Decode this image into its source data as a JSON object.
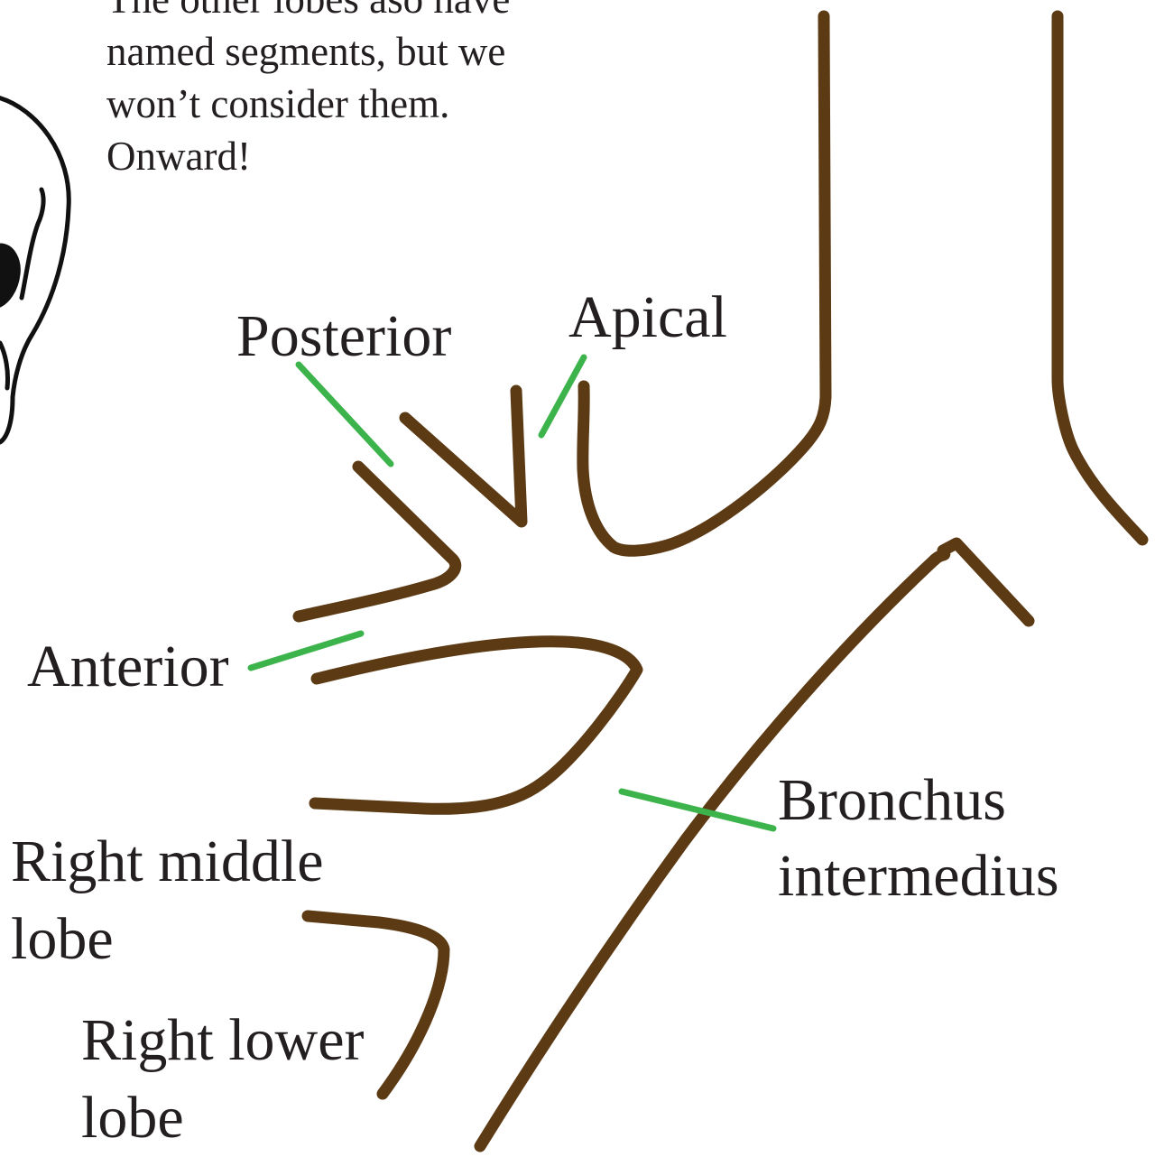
{
  "caption": {
    "lines": [
      "The other lobes aso have",
      "named segments, but we",
      "won’t consider them.",
      "Onward!"
    ]
  },
  "labels": {
    "posterior": "Posterior",
    "apical": "Apical",
    "anterior": "Anterior",
    "right_middle_lobe": [
      "Right middle",
      "lobe"
    ],
    "right_lower_lobe": [
      "Right lower",
      "lobe"
    ],
    "bronchus_intermedius": [
      "Bronchus",
      "intermedius"
    ]
  },
  "colors": {
    "airway": "#5c3a14",
    "leader": "#3cb44b",
    "outline": "#111111",
    "text": "#231f20"
  }
}
